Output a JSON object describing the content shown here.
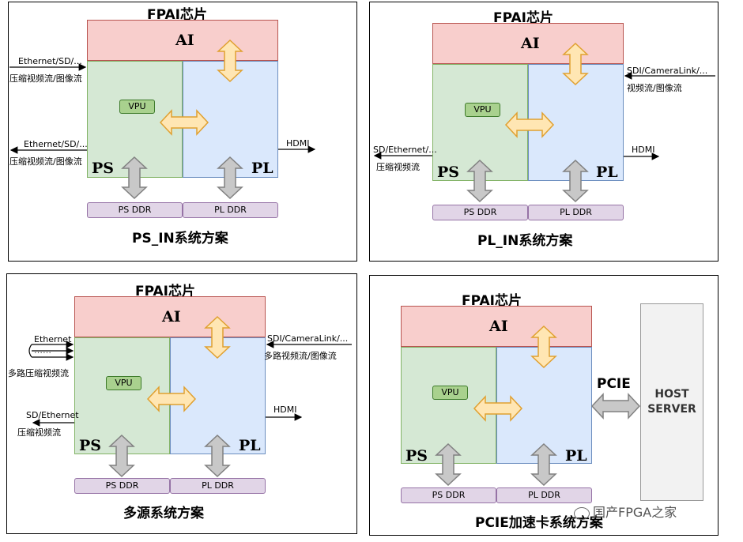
{
  "common": {
    "chip_title": "FPAI芯片",
    "ai_label": "AI",
    "ps_label": "PS",
    "pl_label": "PL",
    "vpu_label": "VPU",
    "ps_ddr_label": "PS DDR",
    "pl_ddr_label": "PL DDR"
  },
  "panel1": {
    "title": "PS_IN系统方案",
    "in_top_line1": "Ethernet/SD/...",
    "in_top_line2": "压缩视频流/图像流",
    "out_left_line1": "Ethernet/SD/...",
    "out_left_line2": "压缩视频流/图像流",
    "hdmi": "HDMI"
  },
  "panel2": {
    "title": "PL_IN系统方案",
    "in_right_line1": "SDI/CameraLink/...",
    "in_right_line2": "视频流/图像流",
    "out_left_line1": "SD/Ethernet/...",
    "out_left_line2": "压缩视频流",
    "hdmi": "HDMI"
  },
  "panel3": {
    "title": "多源系统方案",
    "in_left_line1": "Ethernet",
    "in_left_dots": "……",
    "in_left_line2": "多路压缩视频流",
    "in_right_line1": "SDI/CameraLink/...",
    "in_right_line2": "多路视频流/图像流",
    "out_left_line1": "SD/Ethernet",
    "out_left_line2": "压缩视频流",
    "hdmi": "HDMI"
  },
  "panel4": {
    "title": "PCIE加速卡系统方案",
    "pcie": "PCIE",
    "host_line1": "HOST",
    "host_line2": "SERVER"
  },
  "watermark": "国产FPGA之家",
  "colors": {
    "ai_fill": "#f8cecc",
    "ps_fill": "#d5e8d4",
    "pl_fill": "#dae8fc",
    "ddr_fill": "#e1d5e7",
    "vpu_fill": "#a9d18e",
    "orange_arrow_fill": "#ffe6b3",
    "orange_arrow_stroke": "#e0a030",
    "gray_arrow_fill": "#c8c8c8",
    "gray_arrow_stroke": "#808080"
  }
}
